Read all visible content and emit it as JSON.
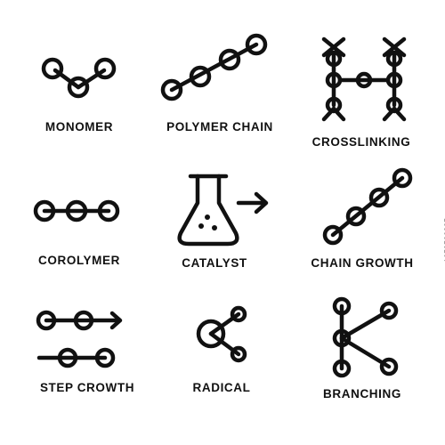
{
  "icons": [
    {
      "id": "monomer",
      "label": "MONOMER",
      "icon": "monomer-icon"
    },
    {
      "id": "polymer-chain",
      "label": "POLYMER CHAIN",
      "icon": "polymer-chain-icon"
    },
    {
      "id": "crosslinking",
      "label": "CROSSLINKING",
      "icon": "crosslinking-icon"
    },
    {
      "id": "corolymer",
      "label": "COROLYMER",
      "icon": "corolymer-icon"
    },
    {
      "id": "catalyst",
      "label": "CATALYST",
      "icon": "catalyst-flask-icon"
    },
    {
      "id": "chain-growth",
      "label": "CHAIN GROWTH",
      "icon": "chain-growth-icon"
    },
    {
      "id": "step-crowth",
      "label": "STEP CROWTH",
      "icon": "step-growth-icon"
    },
    {
      "id": "radical",
      "label": "RADICAL",
      "icon": "radical-icon"
    },
    {
      "id": "branching",
      "label": "BRANCHING",
      "icon": "branching-icon"
    }
  ],
  "stock_id": "1659506335",
  "colors": {
    "ink": "#111111",
    "background": "#ffffff"
  }
}
